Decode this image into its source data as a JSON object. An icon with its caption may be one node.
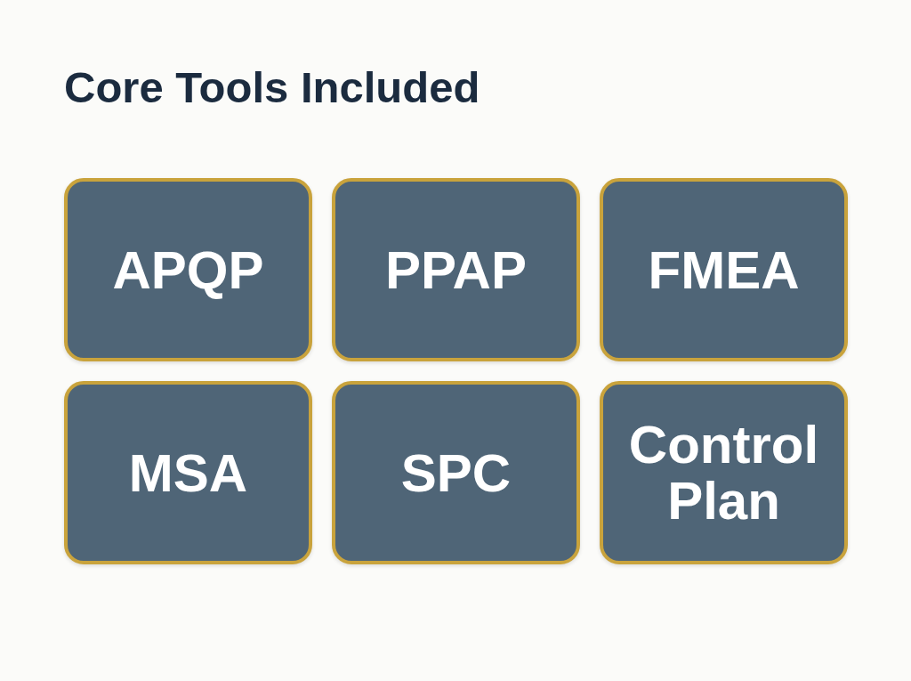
{
  "diagram": {
    "title": "Core Tools Included",
    "nodes": [
      {
        "text": [
          "APQP"
        ]
      },
      {
        "text": [
          "PPAP"
        ]
      },
      {
        "text": [
          "FMEA"
        ]
      },
      {
        "text": [
          "MSA"
        ]
      },
      {
        "text": [
          "SPC"
        ]
      },
      {
        "text": [
          "Control Plan"
        ]
      }
    ]
  }
}
